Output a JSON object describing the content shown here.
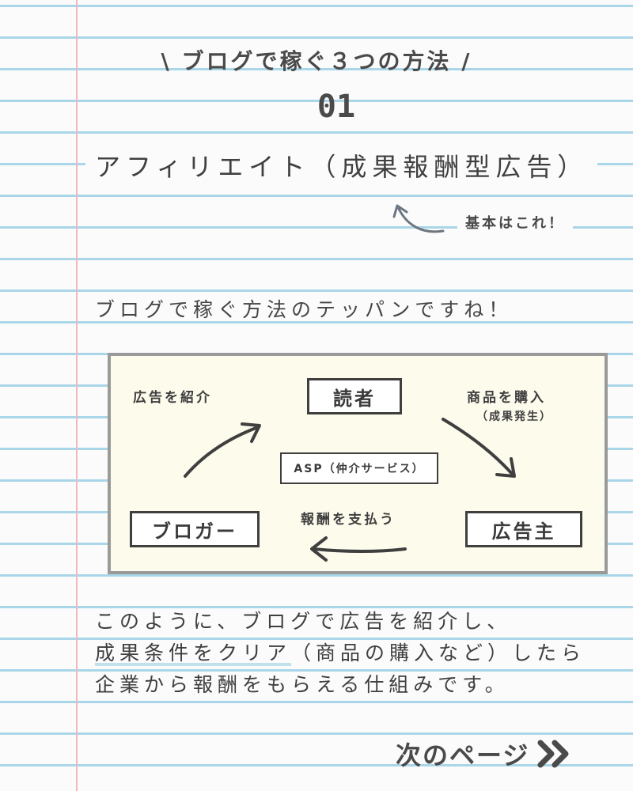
{
  "header": {
    "title": "\\ ブログで稼ぐ３つの方法 /",
    "number": "01"
  },
  "heading": "アフィリエイト（成果報酬型広告）",
  "note": "基本はこれ！",
  "intro": "ブログで稼ぐ方法のテッパンですね！",
  "diagram": {
    "reader": "読者",
    "blogger": "ブロガー",
    "advertiser": "広告主",
    "asp": "ASP（仲介サービス）",
    "label_introduce": "広告を紹介",
    "label_purchase": "商品を購入",
    "label_purchase_sub": "（成果発生）",
    "label_pay": "報酬を支払う"
  },
  "paragraph": {
    "line1": "このように、ブログで広告を紹介し、",
    "line2_underlined": "成果条件をクリア",
    "line2_rest": "（商品の購入など）したら",
    "line3": "企業から報酬をもらえる仕組みです。"
  },
  "next": {
    "label": "次のページ",
    "icon": "double-chevron-right-icon"
  }
}
